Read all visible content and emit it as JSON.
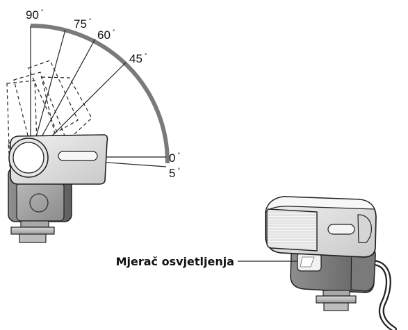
{
  "angles": [
    {
      "id": "a90",
      "value": "90",
      "degree": "°"
    },
    {
      "id": "a75",
      "value": "75",
      "degree": "°"
    },
    {
      "id": "a60",
      "value": "60",
      "degree": "°"
    },
    {
      "id": "a45",
      "value": "45",
      "degree": "°"
    },
    {
      "id": "a0",
      "value": "0",
      "degree": "°"
    },
    {
      "id": "a5",
      "value": "5",
      "degree": "°"
    }
  ],
  "labels": {
    "light_meter": "Mjerač osvjetljenja"
  },
  "colors": {
    "arc": "#7a7a7a",
    "line": "#222222",
    "device_dark": "#6a6a6a",
    "device_mid": "#9a9a9a",
    "device_light": "#dcdcdc",
    "window": "#f4f4f4"
  }
}
